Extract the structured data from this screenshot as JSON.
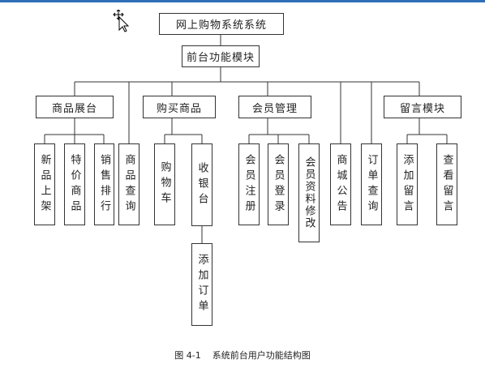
{
  "root": "网上购物系统系统",
  "level1": "前台功能模块",
  "modules": [
    "商品展台",
    "购买商品",
    "会员管理",
    "留言模块"
  ],
  "leaves": {
    "new_products": "新品上架",
    "special_price": "特价商品",
    "sales_rank": "销售排行",
    "product_search": "商品查询",
    "cart": "购物车",
    "checkout": "收银台",
    "add_order": "添加订单",
    "member_register": "会员注册",
    "member_login": "会员登录",
    "member_edit": "会员资料修改",
    "announcements": "商城公告",
    "order_search": "订单查询",
    "add_message": "添加留言",
    "view_message": "查看留言"
  },
  "caption": "图 4-1    系统前台用户功能结构图"
}
